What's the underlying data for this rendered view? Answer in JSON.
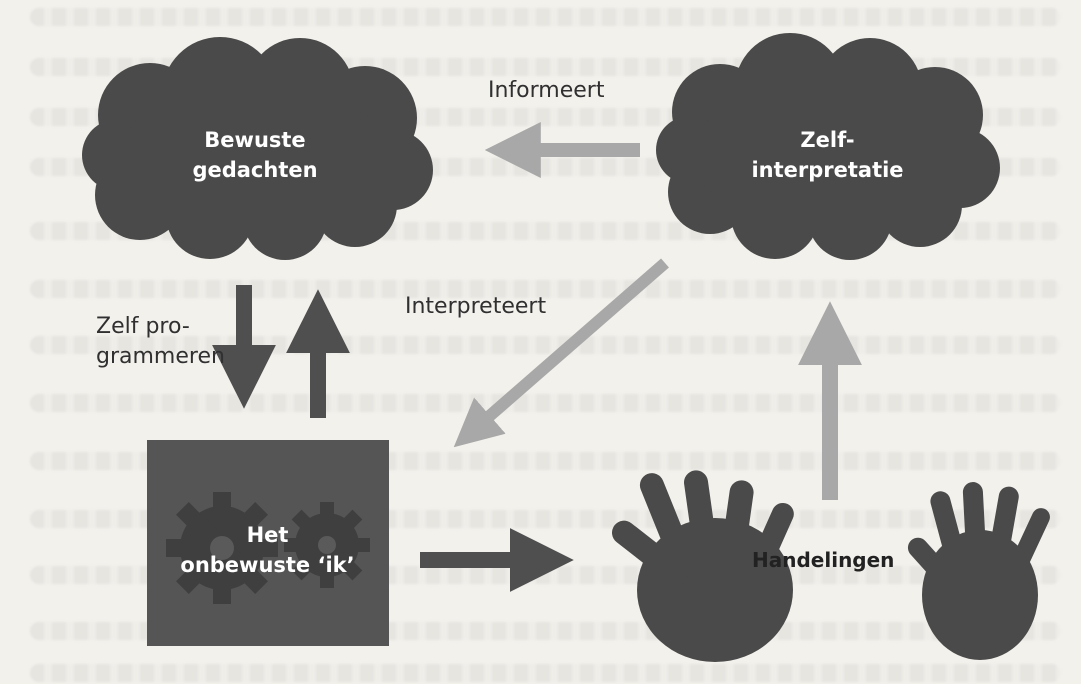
{
  "colors": {
    "page": "#f3f1ec",
    "node_fill": "#4a4a4a",
    "arrow_dark": "#4f4f4f",
    "arrow_light": "#a8a8a8",
    "node_text": "#ffffff"
  },
  "nodes": {
    "conscious_thoughts": "Bewuste\ngedachten",
    "self_interpretation": "Zelf-\ninterpretatie",
    "unconscious_self": "Het\nonbewuste ‘ik’",
    "actions": "Handelingen"
  },
  "edges": {
    "informs": "Informeert",
    "interprets": "Interpreteert",
    "self_programming": "Zelf pro-\ngrammeren"
  },
  "icons": [
    "cloud-icon",
    "gear-icon",
    "hand-icon"
  ]
}
